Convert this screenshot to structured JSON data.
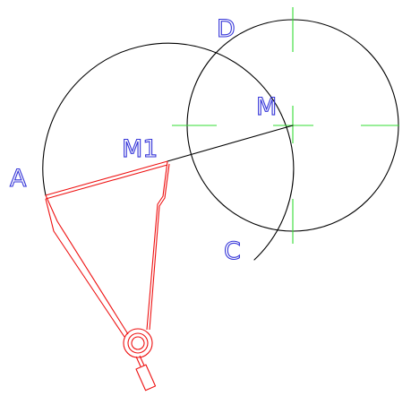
{
  "labels": {
    "A": "A",
    "D": "D",
    "M": "M",
    "M1": "M1",
    "C": "C"
  },
  "colors": {
    "construction": "#000000",
    "labels": "#3535d8",
    "centerlines": "#33dd33",
    "compass": "#ee1111"
  },
  "icons": {
    "compass": "drawing-compass-icon",
    "centermark": "center-mark-icon"
  }
}
